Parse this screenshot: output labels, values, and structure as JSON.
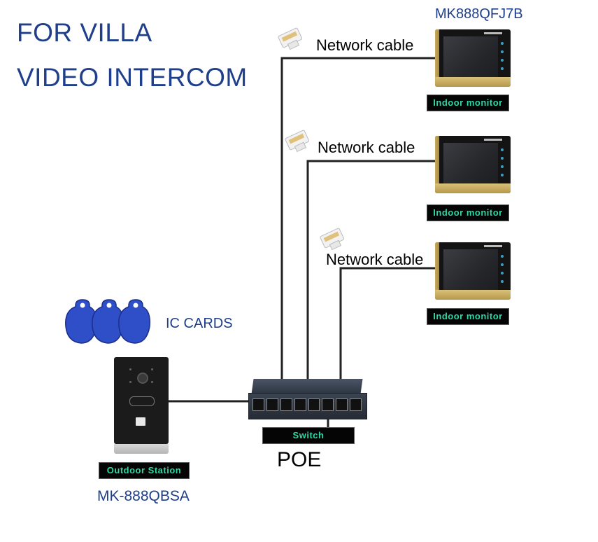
{
  "title": {
    "line1": "FOR VILLA",
    "line2": "VIDEO INTERCOM"
  },
  "monitor_model": "MK888QFJ7B",
  "cable_label": "Network cable",
  "indoor_monitor_label": "Indoor monitor",
  "ic_cards_label": "IC CARDS",
  "outdoor_station_label": "Outdoor Station",
  "outdoor_model": "MK-888QBSA",
  "switch_label": "Switch",
  "poe_label": "POE",
  "colors": {
    "title_blue": "#1f3f8a",
    "tag_text": "#2bd9a4",
    "card_blue": "#2f4fc8"
  }
}
